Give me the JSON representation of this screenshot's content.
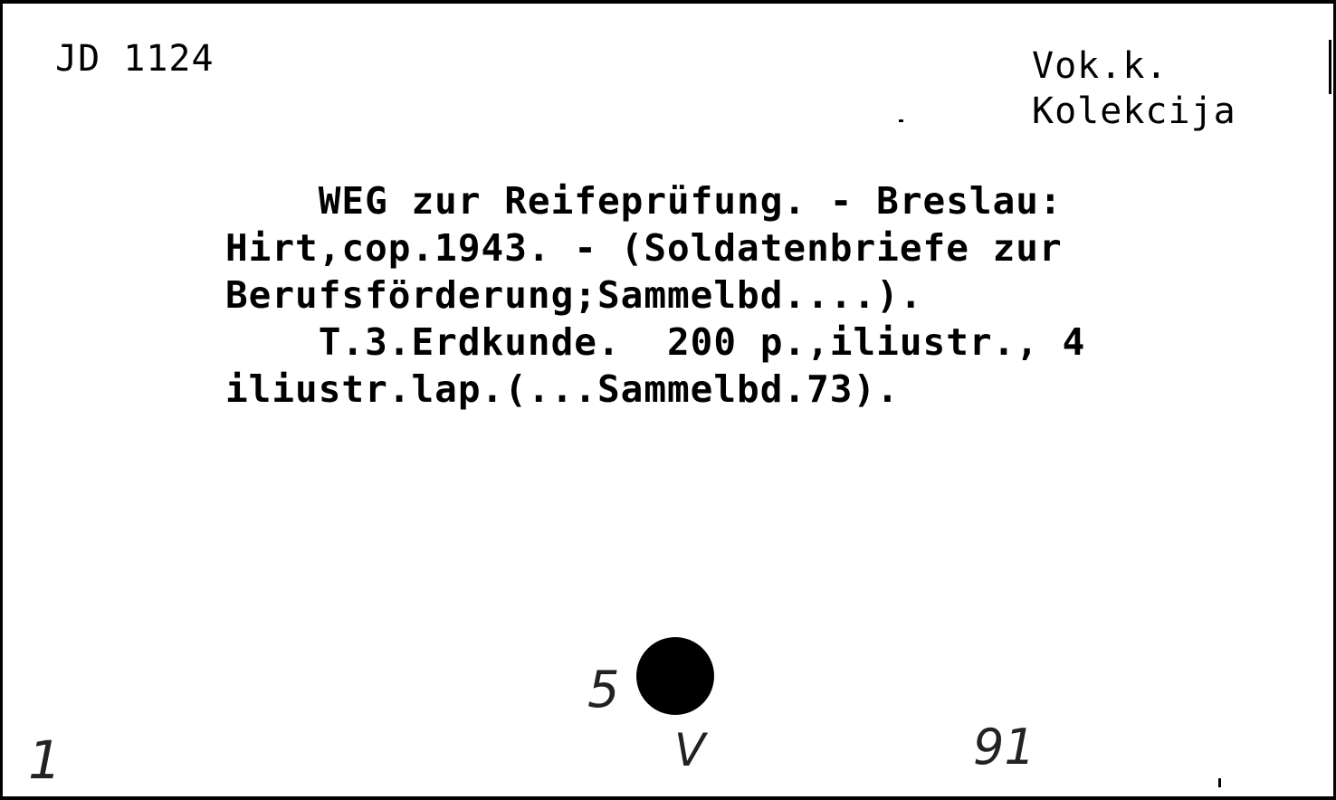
{
  "card": {
    "call_number": "JD 1124",
    "collection_line1": "Vok.k.",
    "collection_line2": "Kolekcija",
    "body_lines": [
      "    WEG zur Reifeprüfung. - Breslau:",
      "Hirt,cop.1943. - (Soldatenbriefe zur",
      "Berufsförderung;Sammelbd....).",
      "    T.3.Erdkunde.  200 p.,iliustr., 4",
      "iliustr.lap.(...Sammelbd.73)."
    ],
    "handwritten_left": "1",
    "handwritten_hole_mark": "5",
    "handwritten_check": "V",
    "handwritten_right": "91"
  }
}
